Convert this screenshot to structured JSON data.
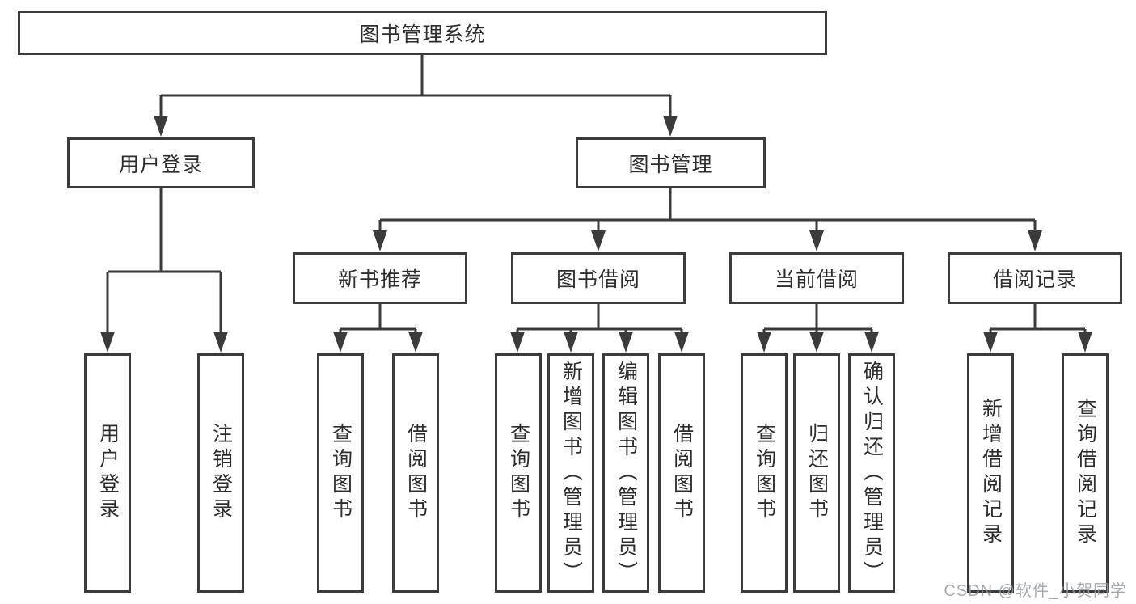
{
  "diagram": {
    "tree": {
      "label": "图书管理系统",
      "children": [
        {
          "label": "用户登录",
          "children": [
            {
              "label": "用户登录"
            },
            {
              "label": "注销登录"
            }
          ]
        },
        {
          "label": "图书管理",
          "children": [
            {
              "label": "新书推荐",
              "children": [
                {
                  "label": "查询图书"
                },
                {
                  "label": "借阅图书"
                }
              ]
            },
            {
              "label": "图书借阅",
              "children": [
                {
                  "label": "查询图书"
                },
                {
                  "label": "新增图书（管理员）"
                },
                {
                  "label": "编辑图书（管理员）"
                },
                {
                  "label": "借阅图书"
                }
              ]
            },
            {
              "label": "当前借阅",
              "children": [
                {
                  "label": "查询图书"
                },
                {
                  "label": "归还图书"
                },
                {
                  "label": "确认归还（管理员）"
                }
              ]
            },
            {
              "label": "借阅记录",
              "children": [
                {
                  "label": "新增借阅记录"
                },
                {
                  "label": "查询借阅记录"
                }
              ]
            }
          ]
        }
      ]
    },
    "colors": {
      "line": "#3b3b3b",
      "box_border": "#3b3b3b",
      "box_fill": "#ffffff",
      "text": "#2d2d2d",
      "watermark": "#9aa0a6"
    },
    "watermark": {
      "text": "CSDN @软件_小贺同学"
    }
  }
}
